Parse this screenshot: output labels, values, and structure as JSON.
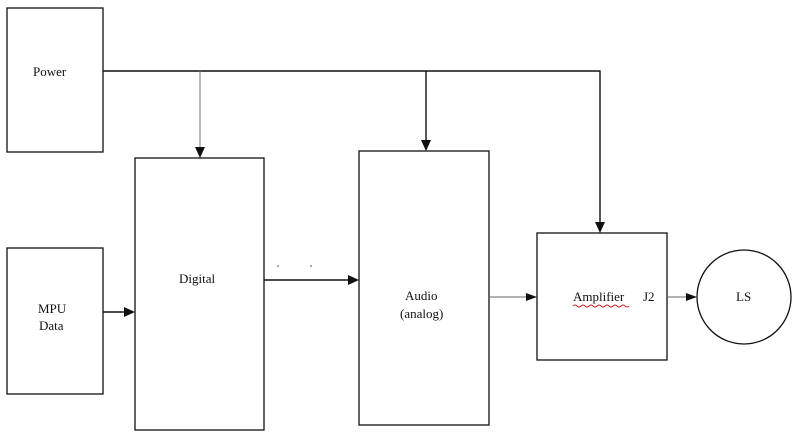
{
  "blocks": {
    "power": {
      "label": "Power"
    },
    "mpu": {
      "line1": "MPU",
      "line2": "Data"
    },
    "digital": {
      "label": "Digital"
    },
    "audio": {
      "line1": "Audio",
      "line2": "(analog)"
    },
    "amplifier": {
      "label": "Amplifier",
      "connector": "J2"
    },
    "speaker": {
      "label": "LS"
    }
  },
  "colors": {
    "line": "#111111",
    "spellcheck_underline": "#cc2222"
  }
}
